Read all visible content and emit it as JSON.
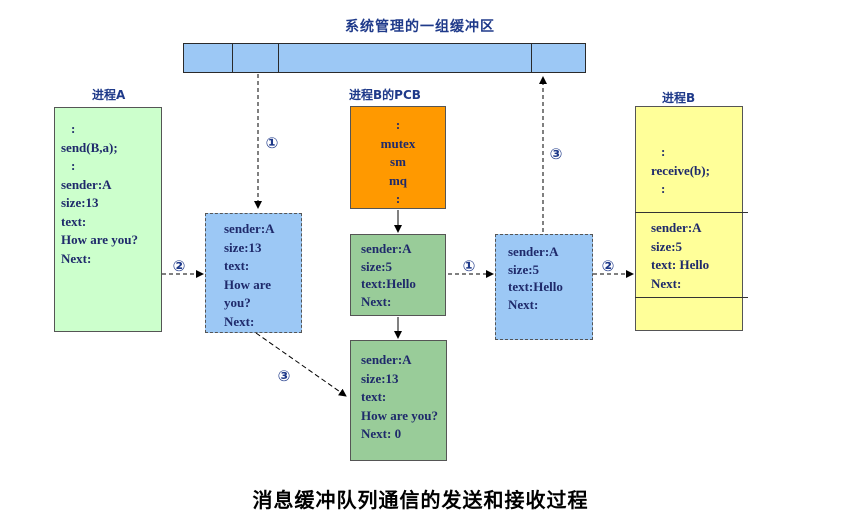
{
  "buffer_title": "系统管理的一组缓冲区",
  "process_a": {
    "label": "进程A",
    "lines": [
      ":",
      "send(B,a);",
      ":",
      "sender:A",
      "size:13",
      "text:",
      "How are you?",
      "Next:"
    ]
  },
  "msg_a": {
    "lines": [
      "sender:A",
      "size:13",
      "text:",
      "How are",
      "you?",
      "Next:"
    ]
  },
  "pcb_b": {
    "label": "进程B的PCB",
    "lines": [
      ":",
      "mutex",
      "sm",
      "mq",
      ":"
    ]
  },
  "queue_msg1": {
    "lines": [
      "sender:A",
      "size:5",
      "text:Hello",
      "Next:"
    ]
  },
  "queue_msg2": {
    "lines": [
      "sender:A",
      "size:13",
      "text:",
      "How are you?",
      "Next: 0"
    ]
  },
  "msg_b": {
    "lines": [
      "sender:A",
      "size:5",
      "text:Hello",
      "Next:"
    ]
  },
  "process_b": {
    "label": "进程B",
    "top_lines": [
      ":",
      "receive(b);",
      ":"
    ],
    "mid_lines": [
      "sender:A",
      "size:5",
      "text: Hello",
      "Next:"
    ]
  },
  "steps": {
    "s1_left": "①",
    "s2_left": "②",
    "s3_left": "③",
    "s1_right": "①",
    "s2_right": "②",
    "s3_right": "③"
  },
  "caption": "消息缓冲队列通信的发送和接收过程"
}
